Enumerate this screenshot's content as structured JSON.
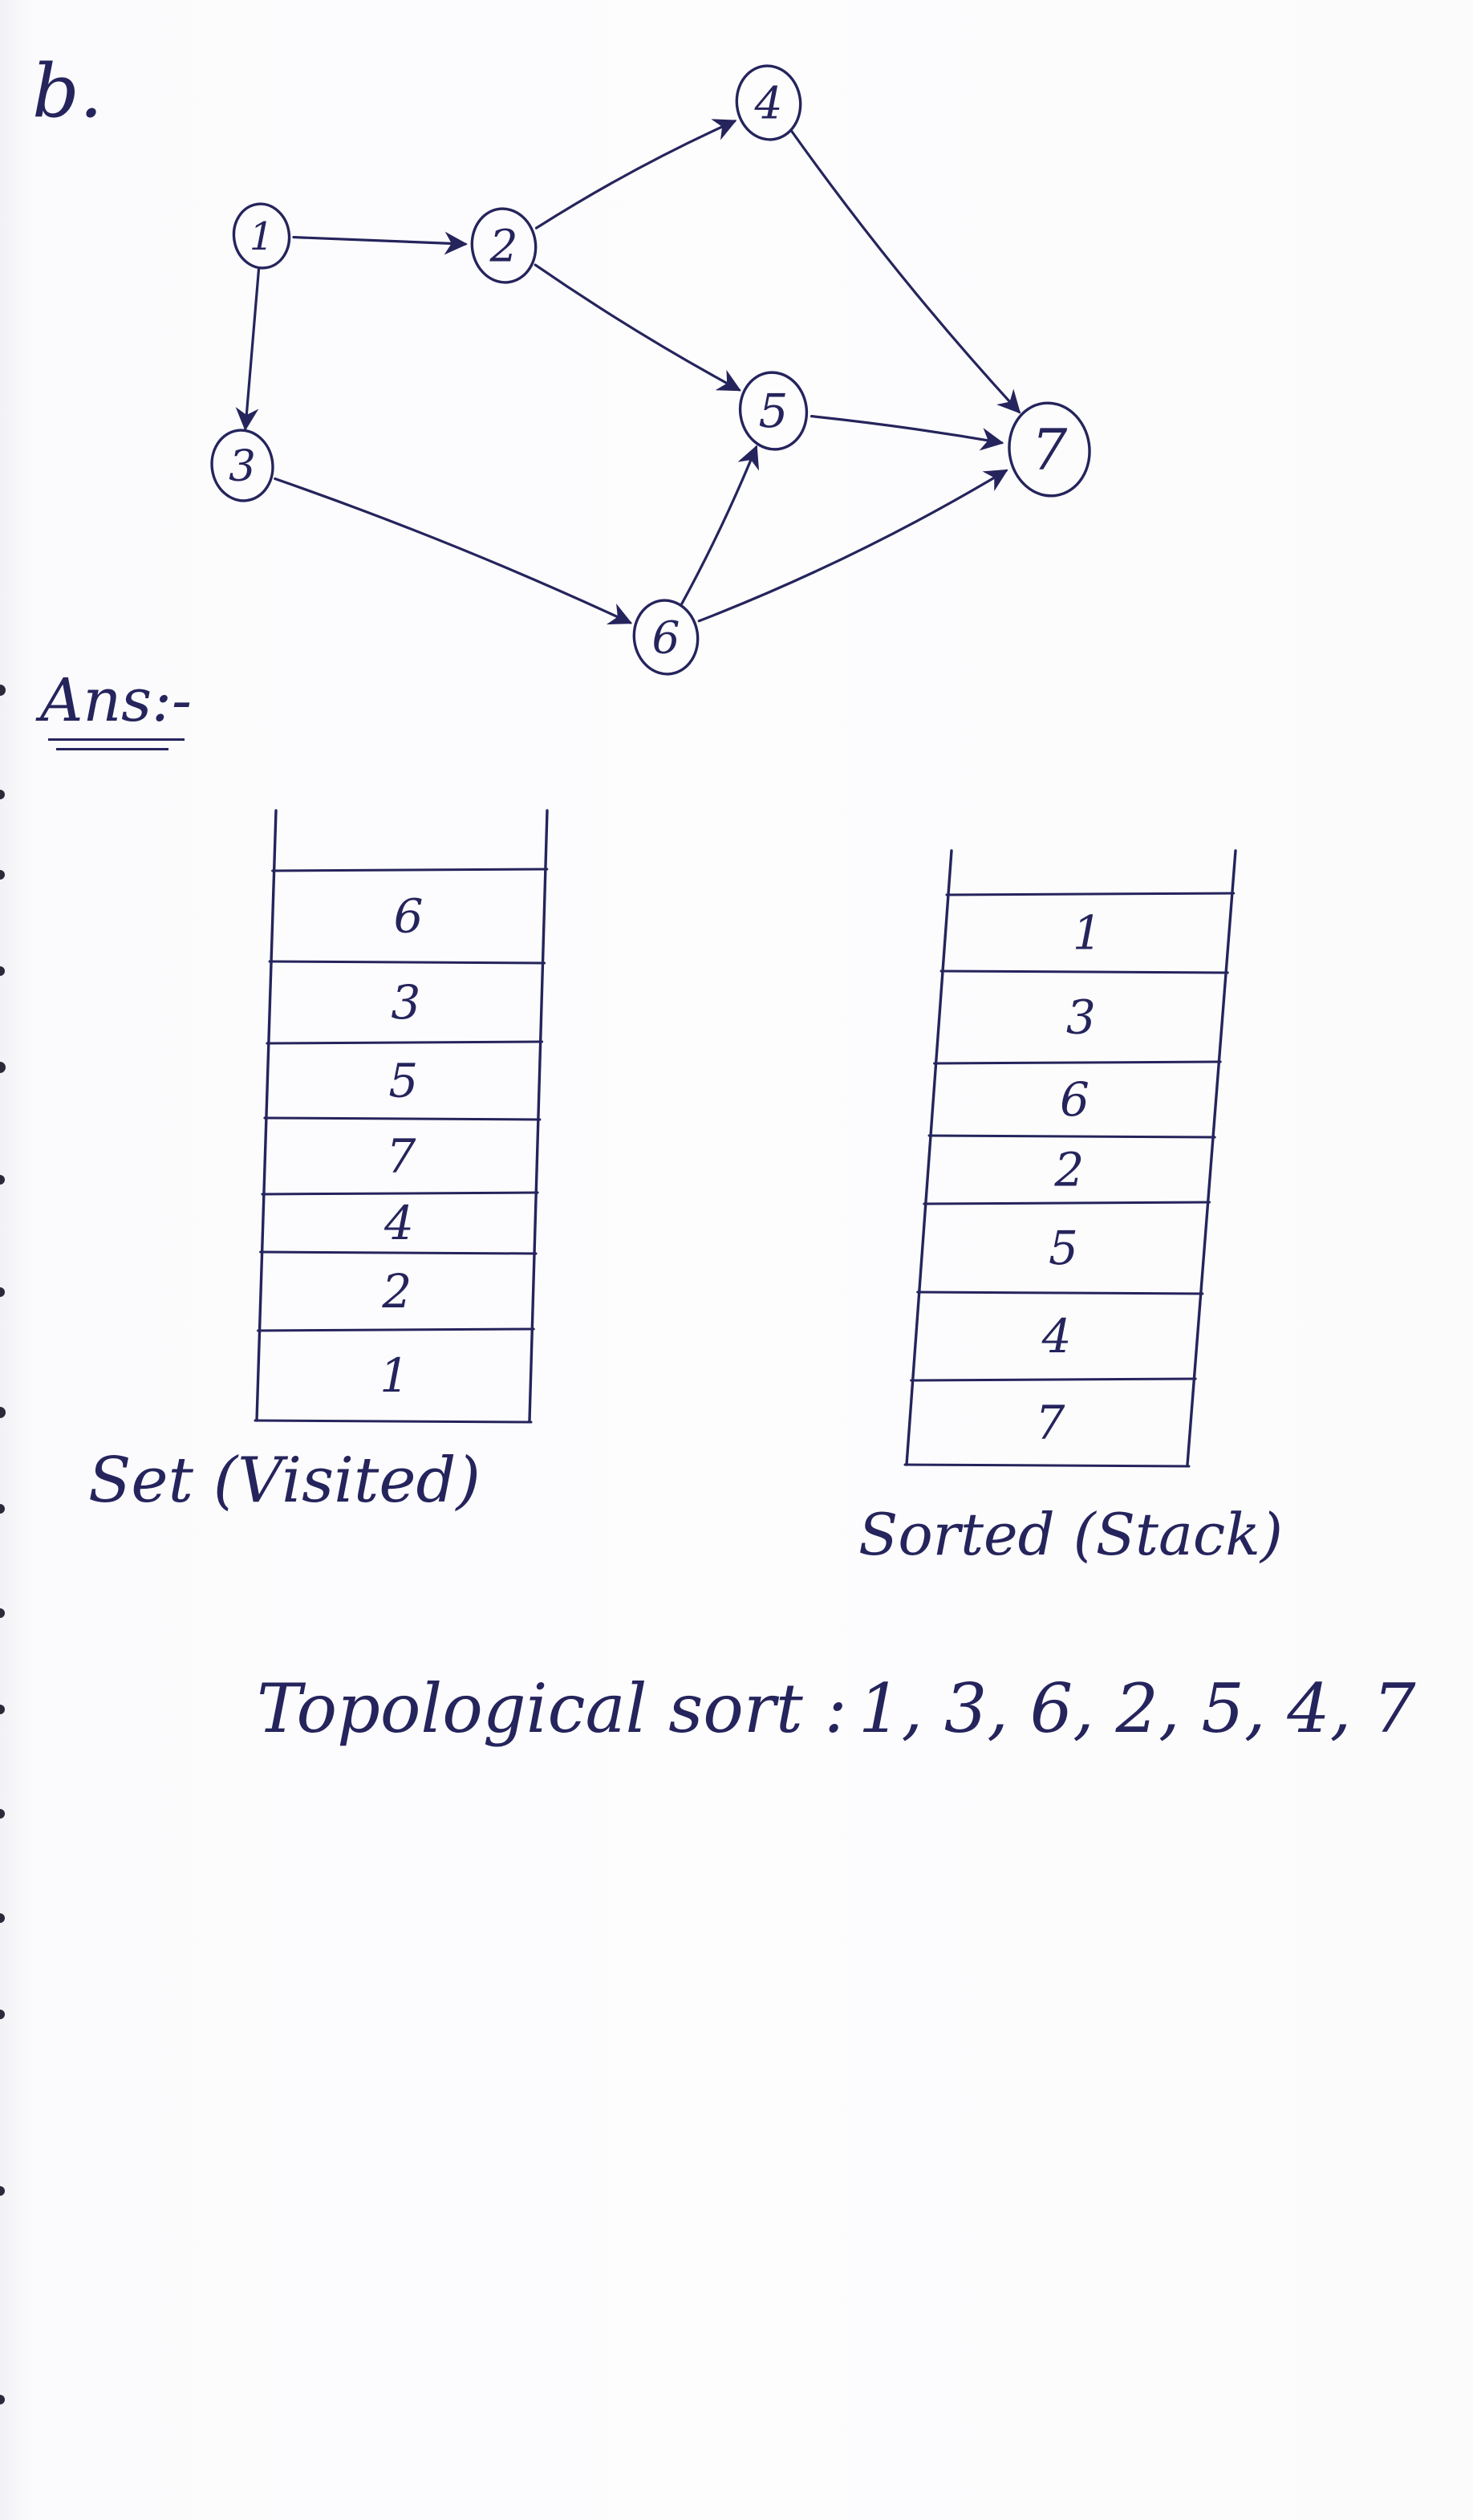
{
  "part_label": "b.",
  "answer_label": "Ans:-",
  "graph": {
    "nodes": [
      {
        "id": "1",
        "label": "1"
      },
      {
        "id": "2",
        "label": "2"
      },
      {
        "id": "3",
        "label": "3"
      },
      {
        "id": "4",
        "label": "4"
      },
      {
        "id": "5",
        "label": "5"
      },
      {
        "id": "6",
        "label": "6"
      },
      {
        "id": "7",
        "label": "7"
      }
    ],
    "edges": [
      {
        "from": "1",
        "to": "2"
      },
      {
        "from": "1",
        "to": "3"
      },
      {
        "from": "2",
        "to": "4"
      },
      {
        "from": "2",
        "to": "5"
      },
      {
        "from": "3",
        "to": "6"
      },
      {
        "from": "4",
        "to": "7"
      },
      {
        "from": "5",
        "to": "7"
      },
      {
        "from": "6",
        "to": "5"
      },
      {
        "from": "6",
        "to": "7"
      }
    ]
  },
  "visited_set": {
    "caption": "Set (Visited)",
    "items": [
      "6",
      "3",
      "5",
      "7",
      "4",
      "2",
      "1"
    ]
  },
  "sorted_stack": {
    "caption": "Sorted (Stack)",
    "items": [
      "1",
      "3",
      "6",
      "2",
      "5",
      "4",
      "7"
    ]
  },
  "result": {
    "label": "Topological sort :",
    "sequence": "1, 3, 6, 2, 5, 4, 7"
  },
  "colors": {
    "ink": "#25245c",
    "paper": "#fbfbfd"
  }
}
